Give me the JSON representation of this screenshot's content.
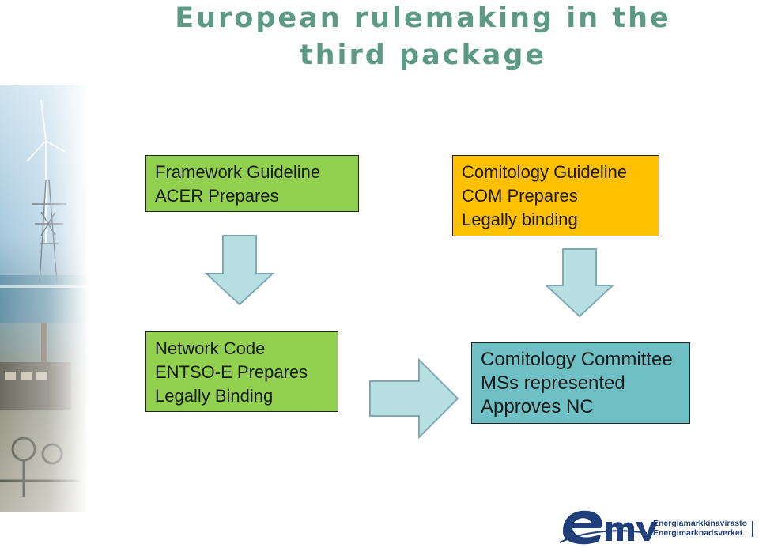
{
  "title": "European rulemaking in the third package",
  "boxes": {
    "framework": {
      "lines": [
        "Framework Guideline",
        "ACER Prepares"
      ],
      "color": "#92d050"
    },
    "comitology_guideline": {
      "lines": [
        "Comitology Guideline",
        "COM Prepares",
        "Legally binding"
      ],
      "color": "#ffc000"
    },
    "network_code": {
      "lines": [
        "Network Code",
        "ENTSO-E Prepares",
        "Legally Binding"
      ],
      "color": "#92d050"
    },
    "comitology_committee": {
      "lines": [
        "Comitology Committee",
        "MSs represented",
        "Approves NC"
      ],
      "color": "#6fc0c4"
    }
  },
  "arrow_color": "#b7dfe2",
  "logo": {
    "mark": "emv",
    "line1": "Energiamarkkinavirasto",
    "line2": "Energimarknadsverket"
  }
}
